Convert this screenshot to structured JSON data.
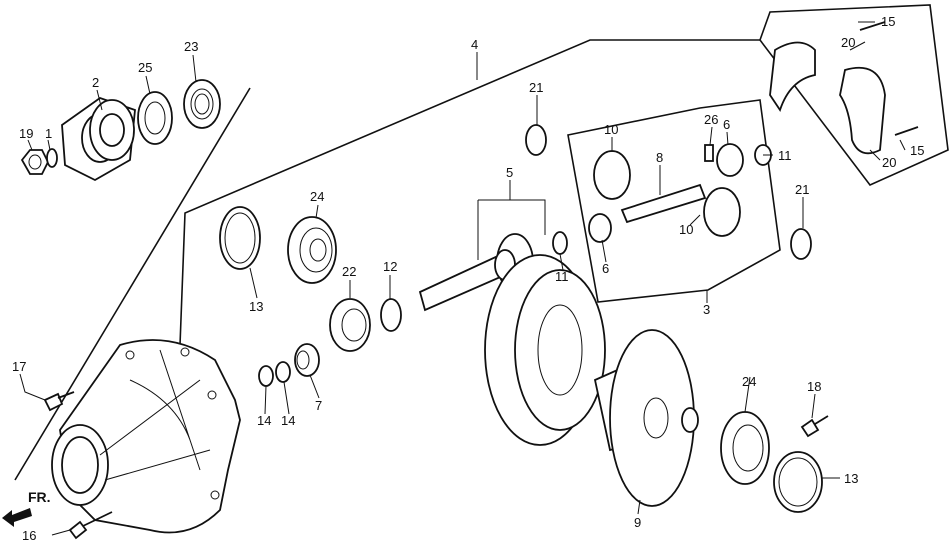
{
  "title": "Rear differential exploded parts diagram",
  "front_indicator": "FR.",
  "callouts": {
    "p1": "1",
    "p2": "2",
    "p3": "3",
    "p4": "4",
    "p5": "5",
    "p6a": "6",
    "p6b": "6",
    "p7": "7",
    "p8": "8",
    "p9": "9",
    "p10a": "10",
    "p10b": "10",
    "p11a": "11",
    "p11b": "11",
    "p12": "12",
    "p13a": "13",
    "p13b": "13",
    "p14a": "14",
    "p14b": "14",
    "p15a": "15",
    "p15b": "15",
    "p16": "16",
    "p17": "17",
    "p18": "18",
    "p19": "19",
    "p20a": "20",
    "p20b": "20",
    "p21a": "21",
    "p21b": "21",
    "p22": "22",
    "p23": "23",
    "p24a": "24",
    "p24b": "24",
    "p25": "25",
    "p26": "26"
  },
  "colors": {
    "ink": "#111111",
    "background": "#ffffff"
  }
}
